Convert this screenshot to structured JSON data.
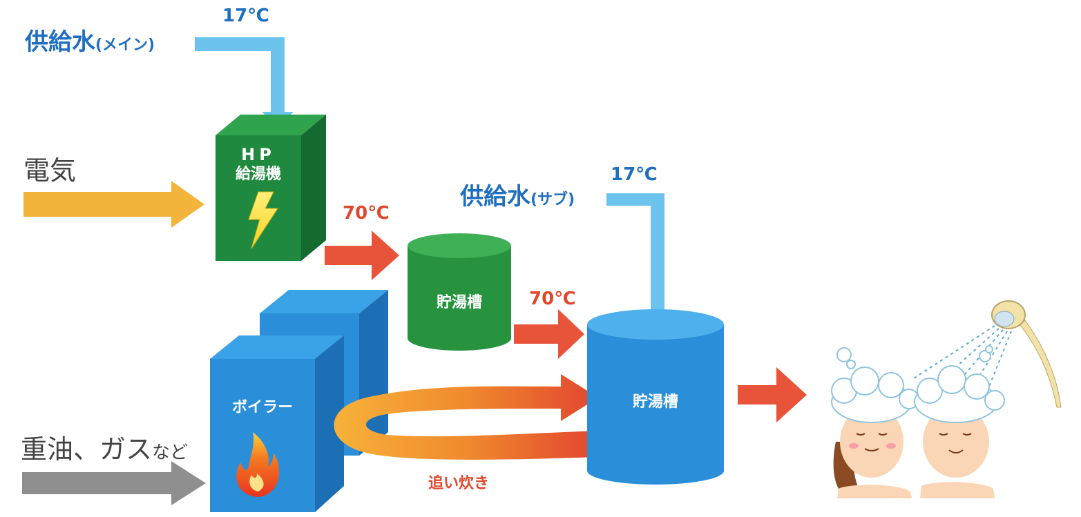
{
  "labels": {
    "supply_main": "供給水",
    "supply_main_sub": "(メイン)",
    "supply_main_temp": "17℃",
    "supply_sub": "供給水",
    "supply_sub_sub": "(サブ)",
    "supply_sub_temp": "17℃",
    "electricity": "電気",
    "fuel": "重油、ガス",
    "fuel_suffix": "など",
    "hp_line1": "HP",
    "hp_line2": "給湯機",
    "tank_small": "貯湯槽",
    "tank_large": "貯湯槽",
    "boiler": "ボイラー",
    "temp_hp_out": "70℃",
    "temp_tank_out": "70℃",
    "reheat": "追い炊き"
  },
  "colors": {
    "water": "#6cc3ee",
    "water_label": "#1f6fc0",
    "electricity_arrow": "#f2b43a",
    "fuel_arrow": "#8f8f8f",
    "hot_arrow": "#e8543a",
    "hp_box": "#1f8a3f",
    "small_tank": "#27933f",
    "boiler": "#2a8fd8",
    "large_tank": "#2a8fd8",
    "temp_label": "#e0482c"
  },
  "icons": [
    "lightning-icon",
    "flame-icon",
    "shower-head-icon",
    "bathing-people-icon"
  ]
}
